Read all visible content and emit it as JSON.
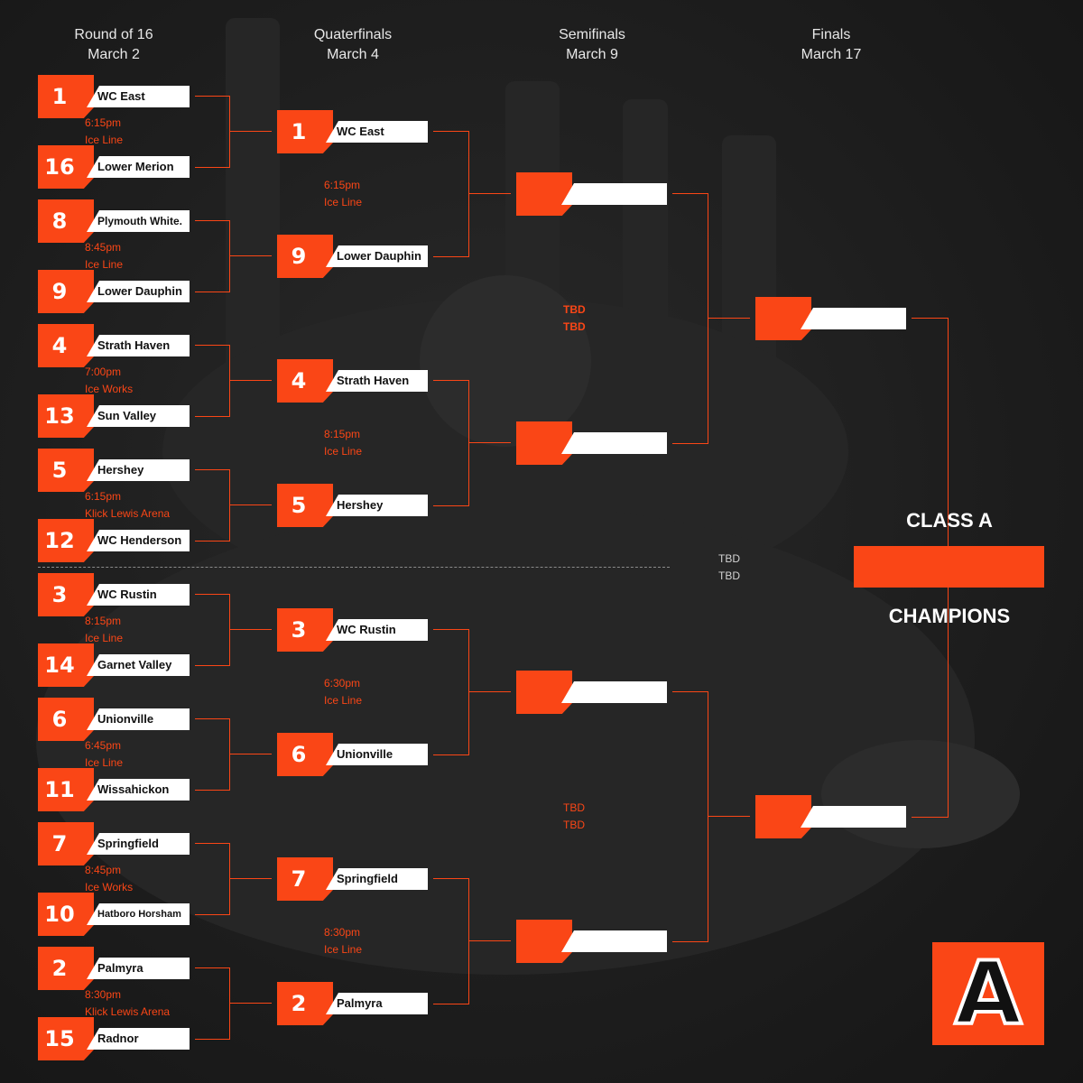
{
  "columns": {
    "r16": {
      "title": "Round of 16",
      "date": "March 2"
    },
    "qf": {
      "title": "Quaterfinals",
      "date": "March 4"
    },
    "sf": {
      "title": "Semifinals",
      "date": "March 9"
    },
    "f": {
      "title": "Finals",
      "date": "March 17"
    }
  },
  "round16": [
    {
      "seed": "1",
      "team": "WC East"
    },
    {
      "seed": "16",
      "team": "Lower Merion"
    },
    {
      "seed": "8",
      "team": "Plymouth White."
    },
    {
      "seed": "9",
      "team": "Lower Dauphin"
    },
    {
      "seed": "4",
      "team": "Strath Haven"
    },
    {
      "seed": "13",
      "team": "Sun Valley"
    },
    {
      "seed": "5",
      "team": "Hershey"
    },
    {
      "seed": "12",
      "team": "WC Henderson"
    },
    {
      "seed": "3",
      "team": "WC Rustin"
    },
    {
      "seed": "14",
      "team": "Garnet Valley"
    },
    {
      "seed": "6",
      "team": "Unionville"
    },
    {
      "seed": "11",
      "team": "Wissahickon"
    },
    {
      "seed": "7",
      "team": "Springfield"
    },
    {
      "seed": "10",
      "team": "Hatboro Horsham"
    },
    {
      "seed": "2",
      "team": "Palmyra"
    },
    {
      "seed": "15",
      "team": "Radnor"
    }
  ],
  "round16_games": [
    {
      "time": "6:15pm",
      "venue": "Ice Line"
    },
    {
      "time": "8:45pm",
      "venue": "Ice Line"
    },
    {
      "time": "7:00pm",
      "venue": "Ice Works"
    },
    {
      "time": "6:15pm",
      "venue": "Klick Lewis Arena"
    },
    {
      "time": "8:15pm",
      "venue": "Ice Line"
    },
    {
      "time": "6:45pm",
      "venue": "Ice Line"
    },
    {
      "time": "8:45pm",
      "venue": "Ice Works"
    },
    {
      "time": "8:30pm",
      "venue": "Klick Lewis Arena"
    }
  ],
  "quarterfinals": [
    {
      "seed": "1",
      "team": "WC East"
    },
    {
      "seed": "9",
      "team": "Lower Dauphin"
    },
    {
      "seed": "4",
      "team": "Strath Haven"
    },
    {
      "seed": "5",
      "team": "Hershey"
    },
    {
      "seed": "3",
      "team": "WC Rustin"
    },
    {
      "seed": "6",
      "team": "Unionville"
    },
    {
      "seed": "7",
      "team": "Springfield"
    },
    {
      "seed": "2",
      "team": "Palmyra"
    }
  ],
  "qf_games": [
    {
      "time": "6:15pm",
      "venue": "Ice Line"
    },
    {
      "time": "8:15pm",
      "venue": "Ice Line"
    },
    {
      "time": "6:30pm",
      "venue": "Ice Line"
    },
    {
      "time": "8:30pm",
      "venue": "Ice Line"
    }
  ],
  "sf_games": [
    {
      "time": "TBD",
      "venue": "TBD"
    },
    {
      "time": "TBD",
      "venue": "TBD"
    }
  ],
  "final_game": {
    "time": "TBD",
    "venue": "TBD"
  },
  "champion": {
    "top": "CLASS A",
    "bottom": "CHAMPIONS"
  },
  "badge": {
    "letter": "A"
  },
  "colors": {
    "accent": "#fa4616",
    "background": "#1c1c1c",
    "slot": "#ffffff"
  }
}
